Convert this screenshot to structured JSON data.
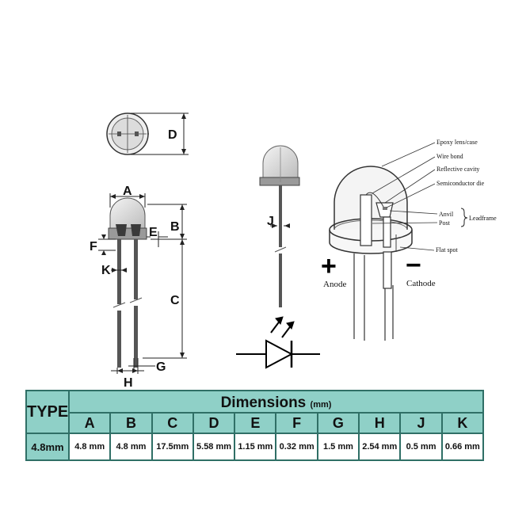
{
  "diagram": {
    "dimension_letters": {
      "A": "A",
      "B": "B",
      "C": "C",
      "D": "D",
      "E": "E",
      "F": "F",
      "G": "G",
      "H": "H",
      "J": "J",
      "K": "K"
    },
    "part_labels": {
      "epoxy": "Epoxy lens/case",
      "wire_bond": "Wire bond",
      "reflective_cavity": "Reflective cavity",
      "semiconductor_die": "Semiconductor die",
      "anvil": "Anvil",
      "post": "Post",
      "leadframe": "Leadframe",
      "flat_spot": "Flat spot"
    },
    "polarity": {
      "plus_sign": "+",
      "minus_sign": "−",
      "anode": "Anode",
      "cathode": "Cathode"
    }
  },
  "table": {
    "type_header": "TYPE",
    "title": "Dimensions",
    "units": "(mm)",
    "columns": [
      "A",
      "B",
      "C",
      "D",
      "E",
      "F",
      "G",
      "H",
      "J",
      "K"
    ],
    "row_label": "4.8mm",
    "values": [
      "4.8 mm",
      "4.8 mm",
      "17.5mm",
      "5.58 mm",
      "1.15 mm",
      "0.32 mm",
      "1.5 mm",
      "2.54 mm",
      "0.5 mm",
      "0.66 mm"
    ]
  },
  "colors": {
    "table_header_bg": "#8fd0c7",
    "table_border": "#2f6f66"
  }
}
